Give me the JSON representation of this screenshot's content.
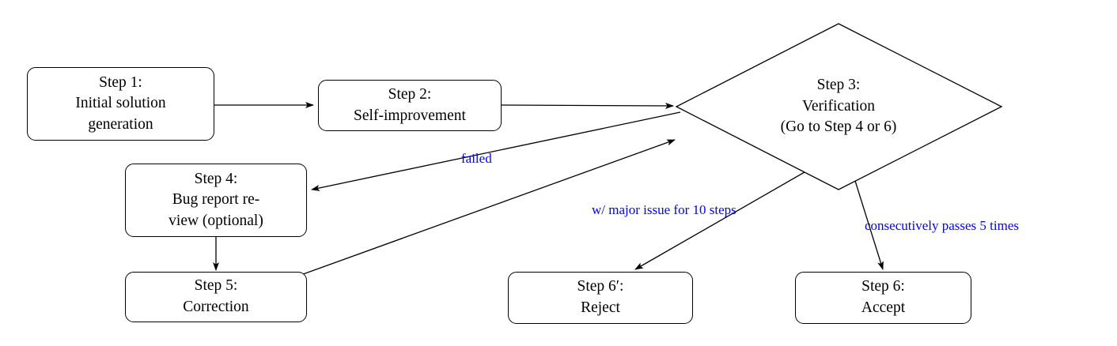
{
  "diagram": {
    "title": "Self-improvement and verification pipeline flowchart",
    "accent_color": "#0000ff",
    "stroke_color": "#000000",
    "background_color": "#ffffff",
    "nodes": [
      {
        "id": "step1",
        "shape": "rounded-rect",
        "lines": [
          "Step 1:",
          "Initial solution",
          "generation"
        ]
      },
      {
        "id": "step2",
        "shape": "rounded-rect",
        "lines": [
          "Step 2:",
          "Self-improvement"
        ]
      },
      {
        "id": "step3",
        "shape": "diamond",
        "lines": [
          "Step 3:",
          "Verification",
          "(Go to Step 4 or 6)"
        ]
      },
      {
        "id": "step4",
        "shape": "rounded-rect",
        "lines": [
          "Step 4:",
          "Bug report re-",
          "view (optional)"
        ]
      },
      {
        "id": "step5",
        "shape": "rounded-rect",
        "lines": [
          "Step 5:",
          "Correction"
        ]
      },
      {
        "id": "step6prime",
        "shape": "rounded-rect",
        "lines": [
          "Step 6′:",
          "Reject"
        ]
      },
      {
        "id": "step6",
        "shape": "rounded-rect",
        "lines": [
          "Step 6:",
          "Accept"
        ]
      }
    ],
    "edge_labels": {
      "failed": "failed",
      "major_issue": "w/ major issue for 10 steps",
      "consecutive_pass": "consecutively passes 5 times"
    },
    "edges": [
      {
        "from": "step1",
        "to": "step2",
        "label": ""
      },
      {
        "from": "step2",
        "to": "step3",
        "label": ""
      },
      {
        "from": "step3",
        "to": "step4",
        "label": "failed"
      },
      {
        "from": "step4",
        "to": "step5",
        "label": ""
      },
      {
        "from": "step5",
        "to": "step3",
        "label": ""
      },
      {
        "from": "step3",
        "to": "step6prime",
        "label": "w/ major issue for 10 steps"
      },
      {
        "from": "step3",
        "to": "step6",
        "label": "consecutively passes 5 times"
      }
    ]
  }
}
